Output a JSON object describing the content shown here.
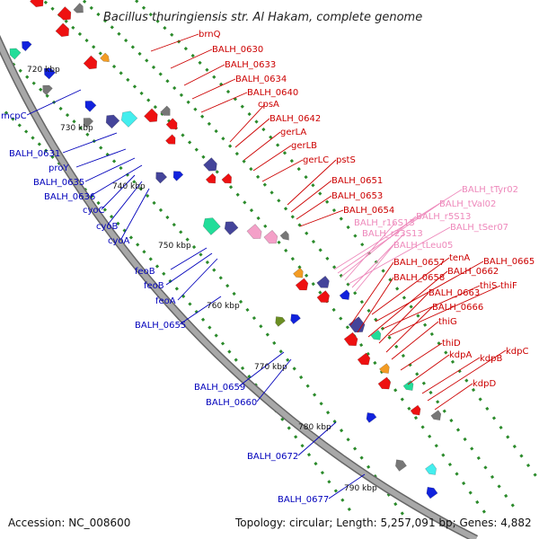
{
  "title": "Bacillus thuringiensis str. Al Hakam, complete genome",
  "accession": "Accession: NC_008600",
  "topology": "Topology: circular; Length: 5,257,091 bp; Genes: 4,882",
  "colors": {
    "backbone": "#999999",
    "tick_marks": "#2a8a2a",
    "red_labels": "#cc0000",
    "blue_labels": "#0000bb",
    "pink_labels": "#ee88bb",
    "red_gene": "#ee1111",
    "blue_gene": "#1122dd",
    "navy_gene": "#44449a",
    "grey_gene": "#777777",
    "teal_gene": "#22dd99",
    "cyan_gene": "#44eeee",
    "pink_gene": "#f4a0c8",
    "orange_gene": "#f39c24",
    "olive_gene": "#6b8e23"
  },
  "ticks": [
    "720 kbp",
    "730 kbp",
    "740 kbp",
    "750 kbp",
    "760 kbp",
    "770 kbp",
    "780 kbp",
    "790 kbp"
  ],
  "labels_right": [
    "brnQ",
    "BALH_0630",
    "BALH_0633",
    "BALH_0634",
    "BALH_0640",
    "cpsA",
    "BALH_0642",
    "gerLA",
    "gerLB",
    "gerLC",
    "pstS",
    "BALH_0651",
    "BALH_0653",
    "BALH_0654",
    "tenA",
    "BALH_0665",
    "BALH_0657",
    "BALH_0662",
    "BALH_0658",
    "thiS",
    "thiF",
    "BALH_0663",
    "BALH_0666",
    "thiG",
    "thiD",
    "kdpA",
    "kdpB",
    "kdpC",
    "kdpD"
  ],
  "labels_pink": [
    "BALH_tTyr02",
    "BALH_tVal02",
    "BALH_r5S13",
    "BALH_r16S13",
    "BALH_tSer07",
    "BALH_r23S13",
    "BALH_tLeu05"
  ],
  "labels_left": [
    "mcpC",
    "BALH_0631",
    "proY",
    "BALH_0635",
    "BALH_0636",
    "cyoC",
    "cyoB",
    "cyoA",
    "feoB",
    "feoB",
    "feoA",
    "BALH_0655",
    "BALH_0659",
    "BALH_0660",
    "BALH_0672",
    "BALH_0677"
  ]
}
